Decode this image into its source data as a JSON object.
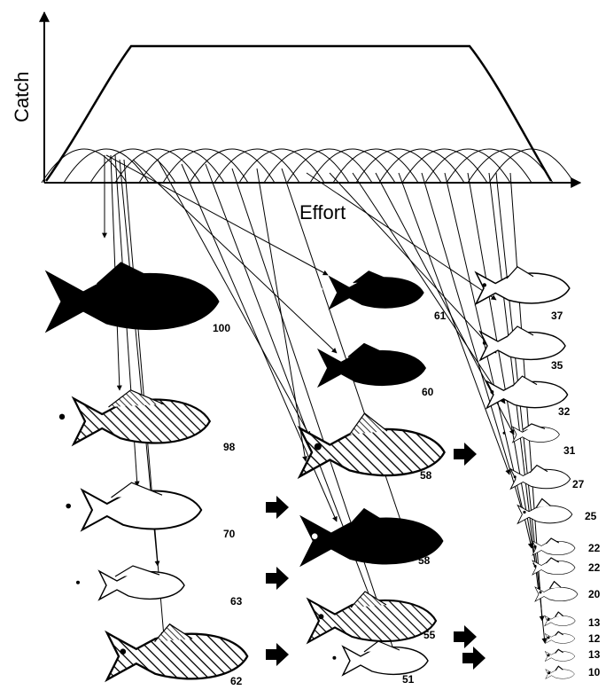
{
  "axes": {
    "ylabel": "Catch",
    "xlabel": "Effort"
  },
  "colors": {
    "ink": "#000000",
    "paper": "#ffffff"
  },
  "species": [
    {
      "label": "100",
      "fill": "solid"
    },
    {
      "label": "98",
      "fill": "hatched"
    },
    {
      "label": "70",
      "fill": "outline",
      "arrow": true
    },
    {
      "label": "63",
      "fill": "outline",
      "arrow": true
    },
    {
      "label": "62",
      "fill": "hatched",
      "arrow": true
    },
    {
      "label": "61",
      "fill": "solid"
    },
    {
      "label": "60",
      "fill": "solid"
    },
    {
      "label": "58",
      "fill": "hatched",
      "arrow": true
    },
    {
      "label": "58",
      "fill": "solid"
    },
    {
      "label": "55",
      "fill": "hatched",
      "arrow": true
    },
    {
      "label": "51",
      "fill": "outline",
      "arrow": true
    },
    {
      "label": "37",
      "fill": "outline"
    },
    {
      "label": "35",
      "fill": "outline"
    },
    {
      "label": "32",
      "fill": "outline"
    },
    {
      "label": "31",
      "fill": "outline"
    },
    {
      "label": "27",
      "fill": "outline"
    },
    {
      "label": "25",
      "fill": "outline"
    },
    {
      "label": "22",
      "fill": "outline"
    },
    {
      "label": "22",
      "fill": "outline"
    },
    {
      "label": "20",
      "fill": "outline"
    },
    {
      "label": "13",
      "fill": "outline"
    },
    {
      "label": "12",
      "fill": "outline"
    },
    {
      "label": "13",
      "fill": "outline"
    },
    {
      "label": "10",
      "fill": "outline"
    }
  ]
}
